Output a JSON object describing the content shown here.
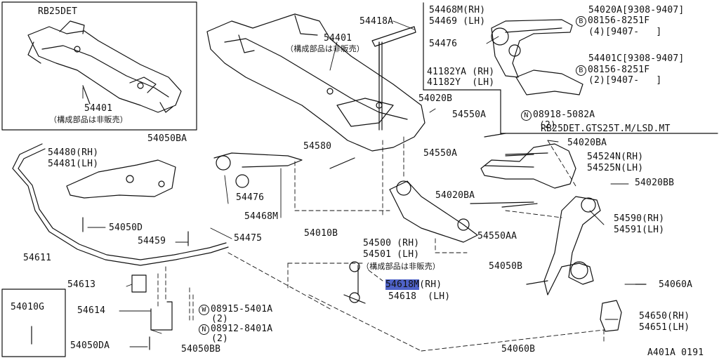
{
  "inset": {
    "engine": "RB25DET",
    "part": "54401",
    "note": "（構成部品は非販売）"
  },
  "labels": {
    "p54418A": "54418A",
    "p54401": "54401",
    "p54401_note": "（構成部品は非販売）",
    "p54468M_rh": "54468M(RH)",
    "p54469_lh": "54469 (LH)",
    "p54476_top": "54476",
    "p54020A": "54020A[9308-9407]",
    "b_08156_top": "08156-8251F",
    "b_08156_top_q": "(4)[9407-   ]",
    "p54401C": "54401C[9308-9407]",
    "b_08156_mid": "08156-8251F",
    "b_08156_mid_q": "(2)[9407-   ]",
    "p41182YA": "41182YA (RH)",
    "p41182Y": "41182Y  (LH)",
    "p54020B": "54020B",
    "p54550A_1": "54550A",
    "n_08918": "08918-5082A",
    "n_08918_q": "(2)",
    "rb_note": "RB25DET.GTS25T.M/LSD.MT",
    "p54050BA": "54050BA",
    "p54480": "54480(RH)",
    "p54481": "54481(LH)",
    "p54580": "54580",
    "p54550A_2": "54550A",
    "p54020BA_1": "54020BA",
    "p54524N": "54524N(RH)",
    "p54525N": "54525N(LH)",
    "p54020BA_2": "54020BA",
    "p54020BB": "54020BB",
    "p54476_mid": "54476",
    "p54468M": "54468M",
    "p54050D": "54050D",
    "p54459": "54459",
    "p54475": "54475",
    "p54010B": "54010B",
    "p54550AA": "54550AA",
    "p54590": "54590(RH)",
    "p54591": "54591(LH)",
    "p54500": "54500 (RH)",
    "p54501": "54501 (LH)",
    "p54501_note": "（構成部品は非販売）",
    "p54611": "54611",
    "p54050B": "54050B",
    "p54613": "54613",
    "p54618M_hl": "54618M",
    "p54618M_rest": "(RH)",
    "p54618": "54618  (LH)",
    "p54060A": "54060A",
    "p54010G": "54010G",
    "p54614": "54614",
    "w_08915": "08915-5401A",
    "w_08915_q": "(2)",
    "n_08912": "08912-8401A",
    "n_08912_q": "(2)",
    "p54650": "54650(RH)",
    "p54651": "54651(LH)",
    "p54050DA": "54050DA",
    "p54050BB": "54050BB",
    "p54060B": "54060B",
    "ref": "A401A 0191"
  },
  "symbols": {
    "B": "B",
    "N": "N",
    "W": "W"
  },
  "colors": {
    "line": "#111111",
    "highlight": "#4f63c9"
  }
}
